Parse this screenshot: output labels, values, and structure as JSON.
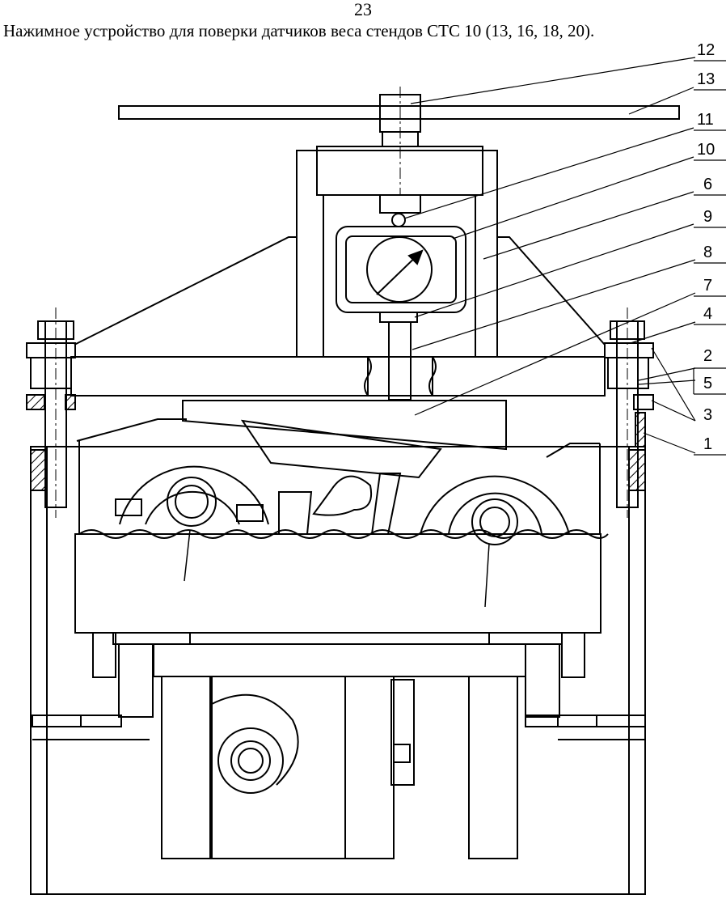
{
  "header": {
    "page_number": "23",
    "caption": "Нажимное устройство для поверки датчиков веса стендов СТС 10 (13, 16, 18, 20)."
  },
  "drawing": {
    "callouts": [
      {
        "id": "12",
        "label": "12"
      },
      {
        "id": "13",
        "label": "13"
      },
      {
        "id": "11",
        "label": "11"
      },
      {
        "id": "10",
        "label": "10"
      },
      {
        "id": "6",
        "label": "6"
      },
      {
        "id": "9",
        "label": "9"
      },
      {
        "id": "8",
        "label": "8"
      },
      {
        "id": "7",
        "label": "7"
      },
      {
        "id": "4",
        "label": "4"
      },
      {
        "id": "2",
        "label": "2"
      },
      {
        "id": "5",
        "label": "5"
      },
      {
        "id": "3",
        "label": "3"
      },
      {
        "id": "1",
        "label": "1"
      }
    ]
  }
}
